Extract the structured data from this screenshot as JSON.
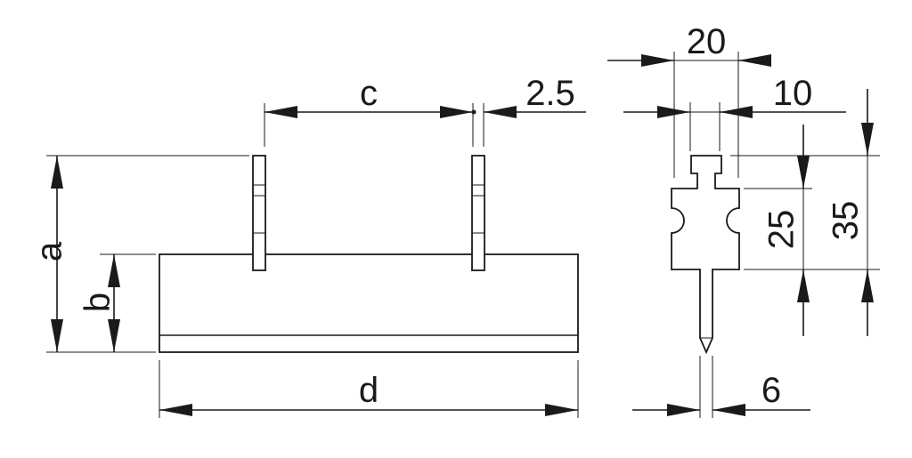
{
  "colors": {
    "line": "#1a1a1a",
    "background": "#ffffff"
  },
  "dimensions": {
    "a": "a",
    "b": "b",
    "c": "c",
    "d": "d",
    "gap": "2.5",
    "top_width": "20",
    "neck_width": "10",
    "upper_height": "25",
    "total_height": "35",
    "pin_width": "6"
  }
}
